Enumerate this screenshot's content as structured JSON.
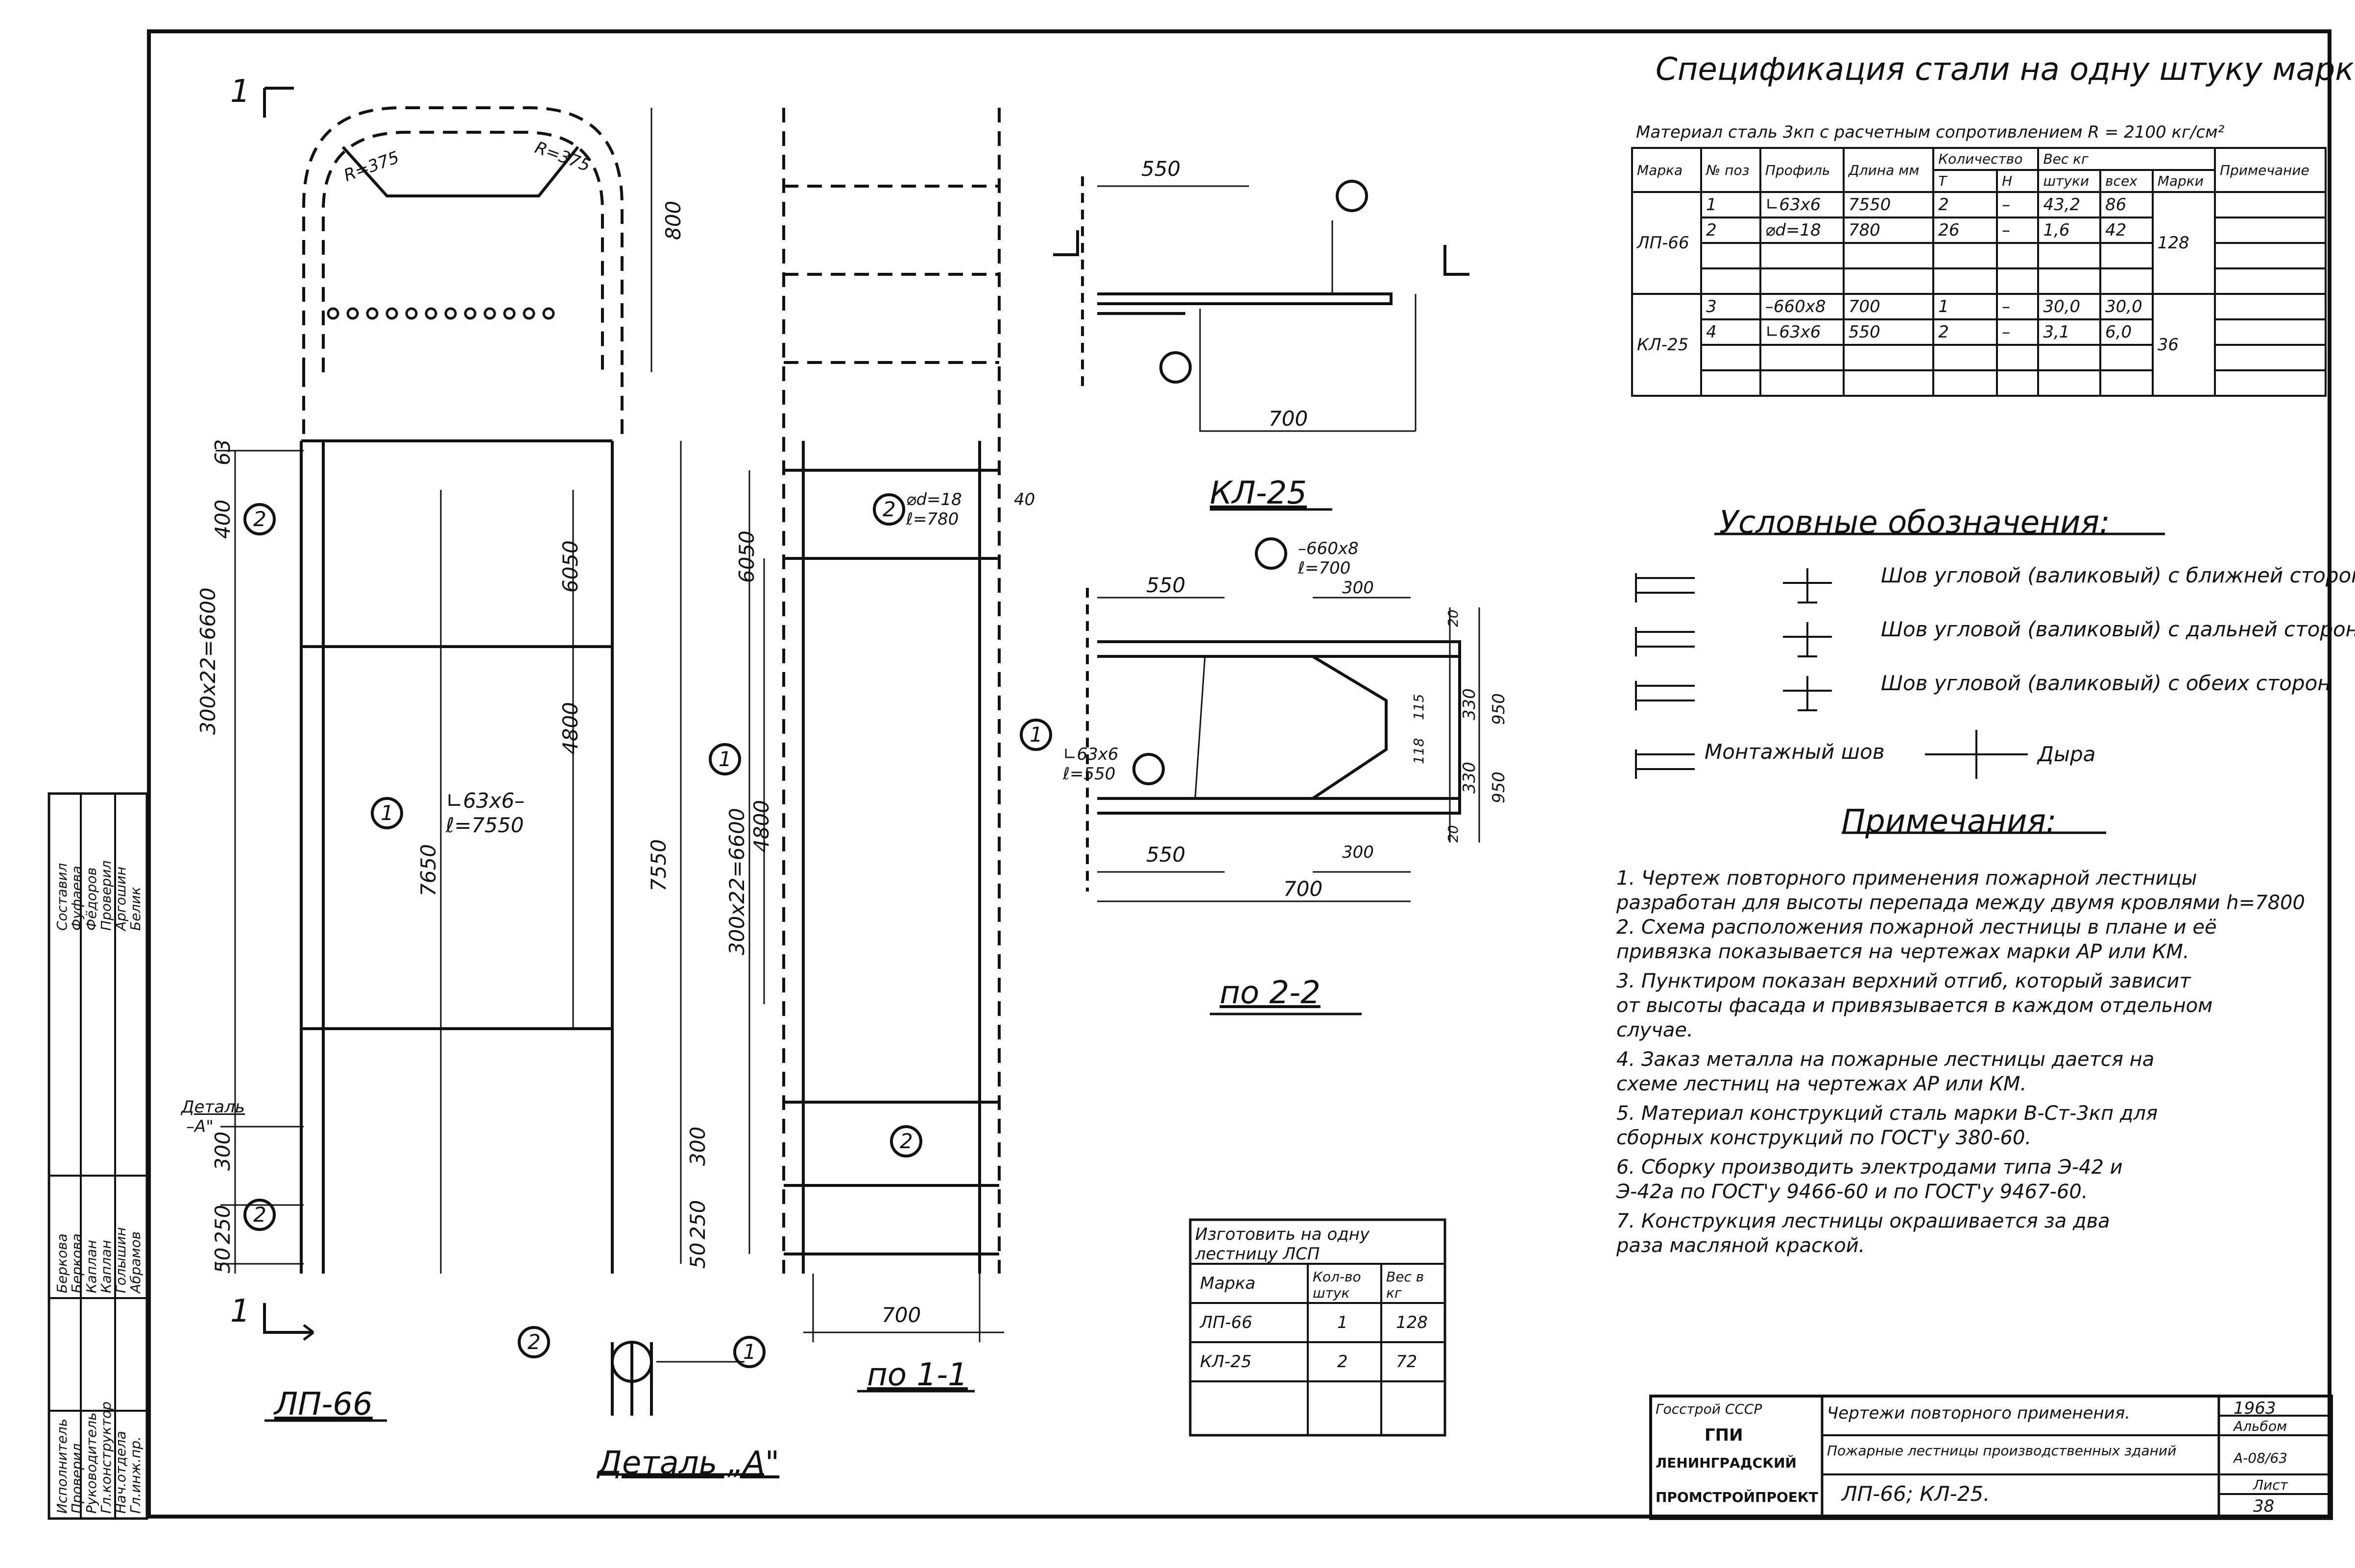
{
  "spec": {
    "title": "Спецификация стали на одну штуку марки",
    "material": "Материал сталь 3кп с расчетным сопротивлением R = 2100 кг/см²",
    "headers": {
      "marka": "Марка",
      "pos": "№ поз",
      "profile": "Профиль",
      "length": "Длина мм",
      "qty": "Количество",
      "qty_t": "Т",
      "qty_n": "Н",
      "weight": "Вес кг",
      "w_piece": "штуки",
      "w_all": "всех",
      "w_mark": "Марки",
      "note": "Примечание"
    },
    "groups": [
      {
        "marka": "ЛП-66",
        "weight_mark": "128",
        "rows": [
          {
            "pos": "1",
            "profile": "∟63х6",
            "length": "7550",
            "t": "2",
            "n": "–",
            "w_piece": "43,2",
            "w_all": "86"
          },
          {
            "pos": "2",
            "profile": "⌀d=18",
            "length": "780",
            "t": "26",
            "n": "–",
            "w_piece": "1,6",
            "w_all": "42"
          }
        ]
      },
      {
        "marka": "КЛ-25",
        "weight_mark": "36",
        "rows": [
          {
            "pos": "3",
            "profile": "–660х8",
            "length": "700",
            "t": "1",
            "n": "–",
            "w_piece": "30,0",
            "w_all": "30,0"
          },
          {
            "pos": "4",
            "profile": "∟63х6",
            "length": "550",
            "t": "2",
            "n": "–",
            "w_piece": "3,1",
            "w_all": "6,0"
          }
        ]
      }
    ]
  },
  "legend": {
    "title": "Условные обозначения:",
    "items": [
      "Шов угловой (валиковый) с ближней стороны",
      "Шов угловой (валиковый) с дальней стороны",
      "Шов угловой (валиковый) с обеих сторон",
      "Монтажный шов",
      "Дыра"
    ]
  },
  "notes": {
    "title": "Примечания:",
    "lines": [
      "1. Чертеж повторного применения пожарной лестницы",
      "разработан для высоты перепада между двумя кровлями h=7800",
      "2. Схема расположения пожарной лестницы в плане и её",
      "привязка показывается на чертежах марки АР или КМ.",
      "3. Пунктиром показан верхний отгиб, который зависит",
      "от высоты фасада и привязывается в каждом отдельном",
      "случае.",
      "4. Заказ металла на пожарные лестницы дается на",
      "схеме лестниц на чертежах АР или КМ.",
      "5. Материал конструкций сталь марки В-Ст-3кп для",
      "сборных конструкций по ГОСТ'у 380-60.",
      "6. Сборку производить электродами типа Э-42 и",
      "Э-42а по ГОСТ'у 9466-60 и по ГОСТ'у 9467-60.",
      "7. Конструкция лестницы окрашивается за два",
      "раза масляной краской."
    ]
  },
  "order_table": {
    "caption": "Изготовить на одну лестницу ЛСП",
    "headers": [
      "Марка",
      "Кол-во штук",
      "Вес в кг"
    ],
    "rows": [
      [
        "ЛП-66",
        "1",
        "128"
      ],
      [
        "КЛ-25",
        "2",
        "72"
      ]
    ]
  },
  "views": {
    "lp66": "ЛП-66",
    "section11": "по 1-1",
    "kl25": "КЛ-25",
    "section22": "по 2-2",
    "detail": "Деталь „А\""
  },
  "dims": {
    "lp66_total": "300х22=6600",
    "lp66_len": "7650",
    "lp66_4800": "4800",
    "lp66_6050": "6050",
    "lp66_300": "300",
    "lp66_top": "400",
    "lp66_250": "250",
    "lp66_50": "50",
    "lp66_63": "63",
    "lp66_800": "800",
    "pos1_label": "∟63х6–",
    "pos1_len": "ℓ=7550",
    "r375a": "R=375",
    "r375b": "R=375",
    "detail_a": "Деталь",
    "detail_a2": "–А\"",
    "s11_total": "300х22=6600",
    "s11_len": "7550",
    "s11_4800": "4800",
    "s11_6050": "6050",
    "s11_300": "300",
    "s11_250": "250",
    "s11_50": "50",
    "s11_40": "40",
    "s11_700": "700",
    "pos2_label": "⌀d=18",
    "pos2_len": "ℓ=780",
    "kl_550": "550",
    "kl_700": "700",
    "kl_b550": "550",
    "kl_b700": "700",
    "kl_300a": "300",
    "kl_300b": "300",
    "pos3_label": "–660х8",
    "pos3_len": "ℓ=700",
    "pos4_label": "∟63х6",
    "pos4_len": "ℓ=550",
    "kl_950a": "950",
    "kl_950b": "950",
    "kl_330a": "330",
    "kl_330b": "330",
    "kl_115": "115",
    "kl_118": "118",
    "kl_20a": "20",
    "kl_20b": "20",
    "mark1": "1",
    "mark2": "2"
  },
  "sign_block": {
    "rows": [
      [
        "Гл.инж.пр.",
        "Абрамов",
        "Белик"
      ],
      [
        "Нач.отдела",
        "Голышин",
        "Аргошин"
      ],
      [
        "Гл.конструктор",
        "Каплан",
        "Проверил"
      ],
      [
        "Руководитель",
        "Каплан",
        "Фёдоров"
      ],
      [
        "Проверил",
        "Беркова",
        "Фуфаева"
      ],
      [
        "Исполнитель",
        "Беркова",
        "Составил"
      ]
    ]
  },
  "stamp": {
    "org1": "Госстрой СССР",
    "org2": "ГПИ",
    "org3": "ЛЕНИНГРАДСКИЙ",
    "org4": "ПРОМСТРОЙПРОЕКТ",
    "title1": "Чертежи повторного применения.",
    "title2": "Пожарные лестницы производственных зданий",
    "title3": "ЛП-66; КЛ-25.",
    "year": "1963",
    "album_label": "Альбом",
    "album": "А-08/63",
    "sheet_label": "Лист",
    "sheet": "38"
  }
}
